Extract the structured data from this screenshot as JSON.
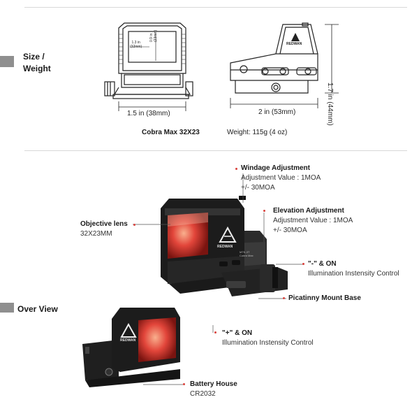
{
  "sections": {
    "size_weight": "Size /\nWeight",
    "over_view": "Over View"
  },
  "drawing": {
    "front_width": "1.5 in (38mm)",
    "side_width": "2 in (53mm)",
    "side_height": "1.7 in (44mm)",
    "window_width": "1.3 in\n(32mm)",
    "window_height": "0.9 in\n(23mm)",
    "model": "Cobra Max 32X23",
    "weight": "Weight: 115g (4 oz)"
  },
  "callouts": {
    "windage_title": "Windage Adjustment",
    "windage_value": "Adjustment Value : 1MOA",
    "windage_range": "+/- 30MOA",
    "elevation_title": "Elevation Adjustment",
    "elevation_value": "Adjustment Value : 1MOA",
    "elevation_range": "+/- 30MOA",
    "objective_title": "Objective lens",
    "objective_size": "32X23MM",
    "minus_title": "\"-\" & ON",
    "minus_desc": "Illumination Instensity Control",
    "picatinny_title": "Picatinny Mount Base",
    "plus_title": "\"+\" & ON",
    "plus_desc": "Illumination Instensity Control",
    "battery_title": "Battery House",
    "battery_type": "CR2032"
  },
  "brand": {
    "logo_text": "REDWAN",
    "model_mark": "MTK-3T\nCobra Max"
  },
  "colors": {
    "accent_dot": "#d9413c",
    "section_tab": "#8f8f8f",
    "lens_red": "#e2453a",
    "body_dark": "#1c1c1c"
  }
}
